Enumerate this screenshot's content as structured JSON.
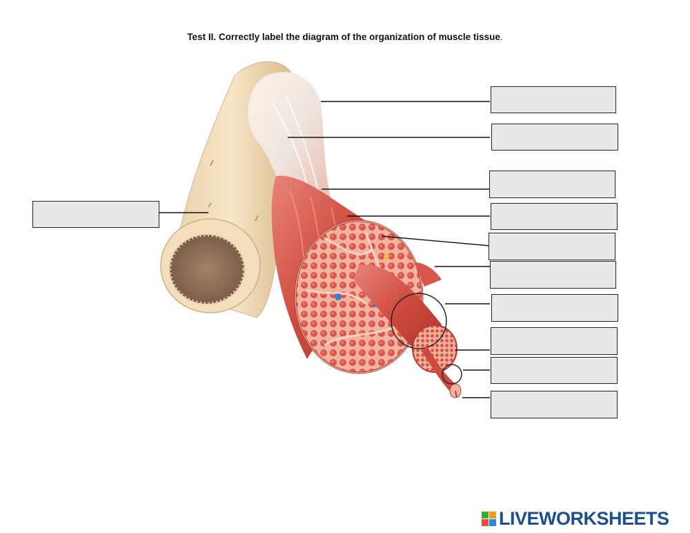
{
  "worksheet": {
    "title_main": "Test II. Correctly label the diagram of the organization of muscle tissue",
    "title_tail": "."
  },
  "answer_boxes": [
    {
      "name": "answer-box-1",
      "value": ""
    },
    {
      "name": "answer-box-2",
      "value": ""
    },
    {
      "name": "answer-box-3",
      "value": ""
    },
    {
      "name": "answer-box-4",
      "value": ""
    },
    {
      "name": "answer-box-5",
      "value": ""
    },
    {
      "name": "answer-box-6",
      "value": ""
    },
    {
      "name": "answer-box-7",
      "value": ""
    },
    {
      "name": "answer-box-8",
      "value": ""
    },
    {
      "name": "answer-box-9",
      "value": ""
    },
    {
      "name": "answer-box-10",
      "value": ""
    },
    {
      "name": "answer-box-11",
      "value": ""
    }
  ],
  "branding": {
    "logo_text": "LIVEWORKSHEETS",
    "logo_icon": "liveworksheets-logo-icon",
    "logo_color": "#1b4f8a",
    "icon_colors": [
      "#3aa935",
      "#f39c12",
      "#e74c3c",
      "#2e86de"
    ]
  },
  "colors": {
    "muscle": "#d9574a",
    "muscle_light": "#f1a08f",
    "tendon": "#f2dcc3",
    "bone": "#f0d9b5",
    "box_fill": "#e8e8e8"
  }
}
